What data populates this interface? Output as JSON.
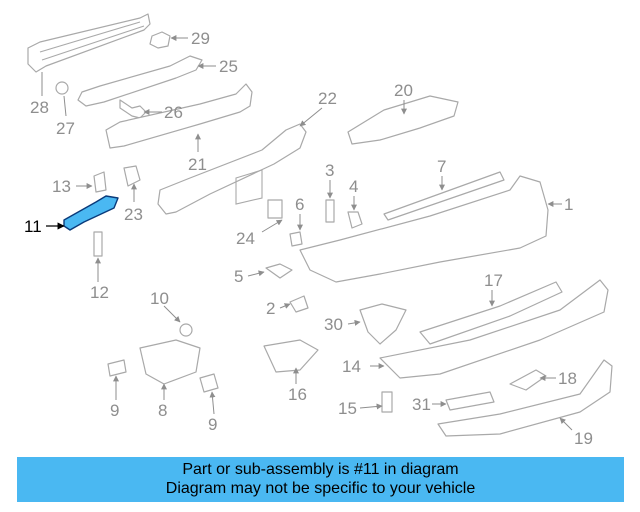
{
  "callouts": [
    "29",
    "25",
    "28",
    "27",
    "26",
    "20",
    "22",
    "21",
    "13",
    "23",
    "3",
    "4",
    "7",
    "1",
    "11",
    "6",
    "24",
    "5",
    "12",
    "10",
    "2",
    "17",
    "30",
    "14",
    "18",
    "16",
    "8",
    "9",
    "9",
    "15",
    "31",
    "19"
  ],
  "highlighted_part": "11",
  "highlight_color": "#4ab8f2",
  "banner": {
    "line1": "Part or sub-assembly is #11 in diagram",
    "line2": "Diagram may not be specific to your vehicle"
  }
}
